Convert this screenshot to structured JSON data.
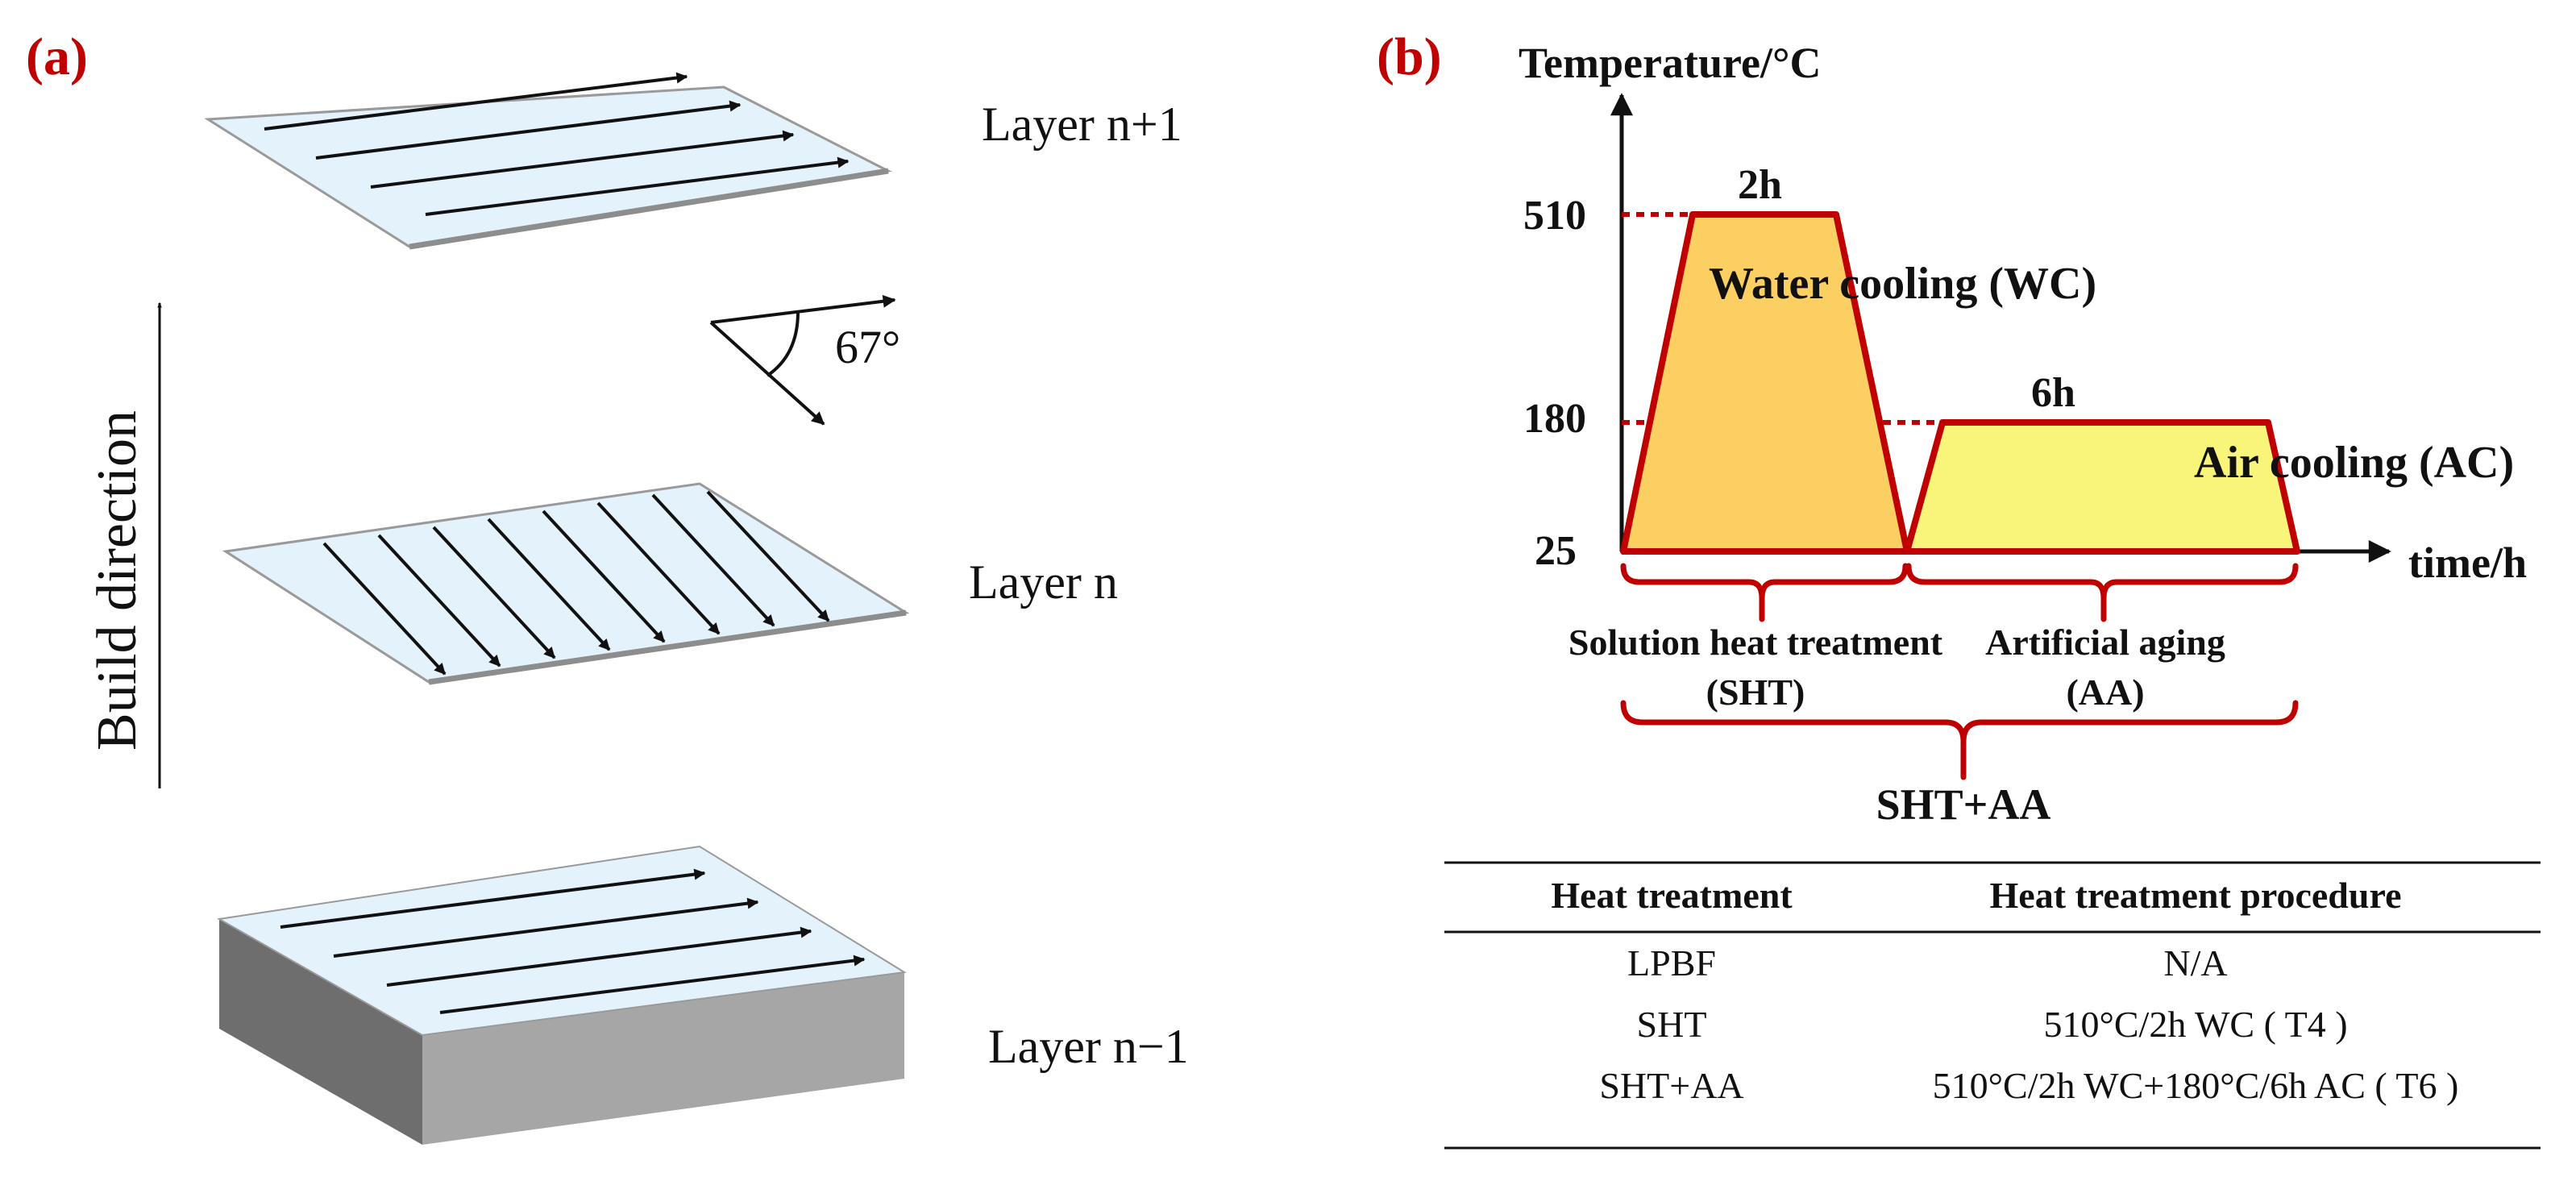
{
  "colors": {
    "panel_label": "#c00000",
    "layer_top": "#e3f2fb",
    "layer_edge": "#9a9a9a",
    "block_front": "#a6a6a6",
    "block_side": "#6e6e6e",
    "scan_vector": "#111111",
    "profile_outline": "#c00000",
    "sht_fill": "#fbcf62",
    "aa_fill": "#f8f57a",
    "axis": "#111111"
  },
  "panel_a": {
    "label": "(a)",
    "build_direction": "Build direction",
    "layers": [
      {
        "label": "Layer n+1",
        "scan": "hatch-horizontal"
      },
      {
        "label": "Layer n",
        "scan": "hatch-rotated"
      },
      {
        "label": "Layer n−1",
        "scan": "hatch-horizontal"
      }
    ],
    "rotation_angle": "67°"
  },
  "panel_b": {
    "label": "(b)",
    "y_axis_label": "Temperature/°C",
    "x_axis_label": "time/h",
    "temperature_ticks": [
      "510",
      "180",
      "25"
    ],
    "sht_duration": "2h",
    "aa_duration": "6h",
    "sht_cooling": "Water cooling (WC)",
    "aa_cooling": "Air cooling (AC)",
    "sht_name_line1": "Solution heat treatment",
    "sht_name_line2": "(SHT)",
    "aa_name_line1": "Artificial aging",
    "aa_name_line2": "(AA)",
    "combined": "SHT+AA"
  },
  "chart_data": {
    "type": "line",
    "ylabel": "Temperature/°C",
    "xlabel": "time/h",
    "series": [
      {
        "name": "Solution heat treatment (SHT)",
        "hold_temperature": 510,
        "hold_time": "2h",
        "cooling": "Water cooling (WC)"
      },
      {
        "name": "Artificial aging (AA)",
        "hold_temperature": 180,
        "hold_time": "6h",
        "cooling": "Air cooling (AC)"
      }
    ],
    "y_ticks": [
      510,
      180,
      25
    ]
  },
  "table": {
    "headers": [
      "Heat treatment",
      "Heat treatment procedure"
    ],
    "rows": [
      [
        "LPBF",
        "N/A"
      ],
      [
        "SHT",
        "510°C/2h WC ( T4 )"
      ],
      [
        "SHT+AA",
        "510°C/2h WC+180°C/6h AC ( T6 )"
      ]
    ]
  }
}
